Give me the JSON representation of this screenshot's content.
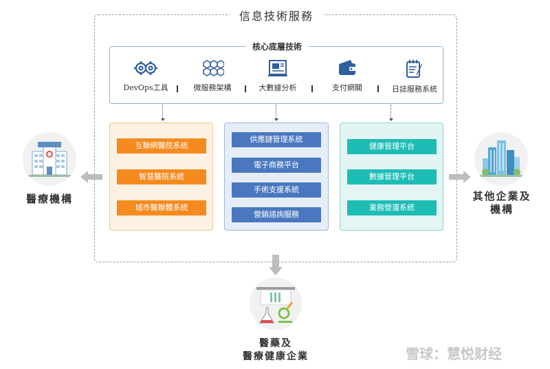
{
  "outer_title": "信息技術服務",
  "core": {
    "title": "核心底層技術",
    "items": [
      {
        "label": "DevOps工具",
        "icon": "gears-icon"
      },
      {
        "label": "微服務架構",
        "icon": "hexagon-network-icon"
      },
      {
        "label": "大數據分析",
        "icon": "analytics-report-icon"
      },
      {
        "label": "支付網關",
        "icon": "wallet-icon"
      },
      {
        "label": "日誌服務系統",
        "icon": "notepad-icon"
      }
    ]
  },
  "columns": [
    {
      "items": [
        "互聯網醫院系統",
        "智慧醫院系統",
        "城市醫聯體系統"
      ],
      "color": "#f58a1f"
    },
    {
      "items": [
        "供應鏈管理系統",
        "電子商務平台",
        "手術支援系統",
        "營銷諮詢服務"
      ],
      "color": "#4a78c0"
    },
    {
      "items": [
        "健康管理平台",
        "數據管理平台",
        "業務營運系統"
      ],
      "color": "#1dbdb6"
    }
  ],
  "left_entity": {
    "label": "醫療機構",
    "icon": "hospital-icon"
  },
  "right_entity": {
    "line1": "其他企業及",
    "line2": "機構",
    "icon": "city-buildings-icon"
  },
  "bottom_entity": {
    "line1": "醫藥及",
    "line2": "醫療健康企業",
    "icon": "laboratory-flask-icon"
  },
  "watermark": "雪球：慧悦财经"
}
